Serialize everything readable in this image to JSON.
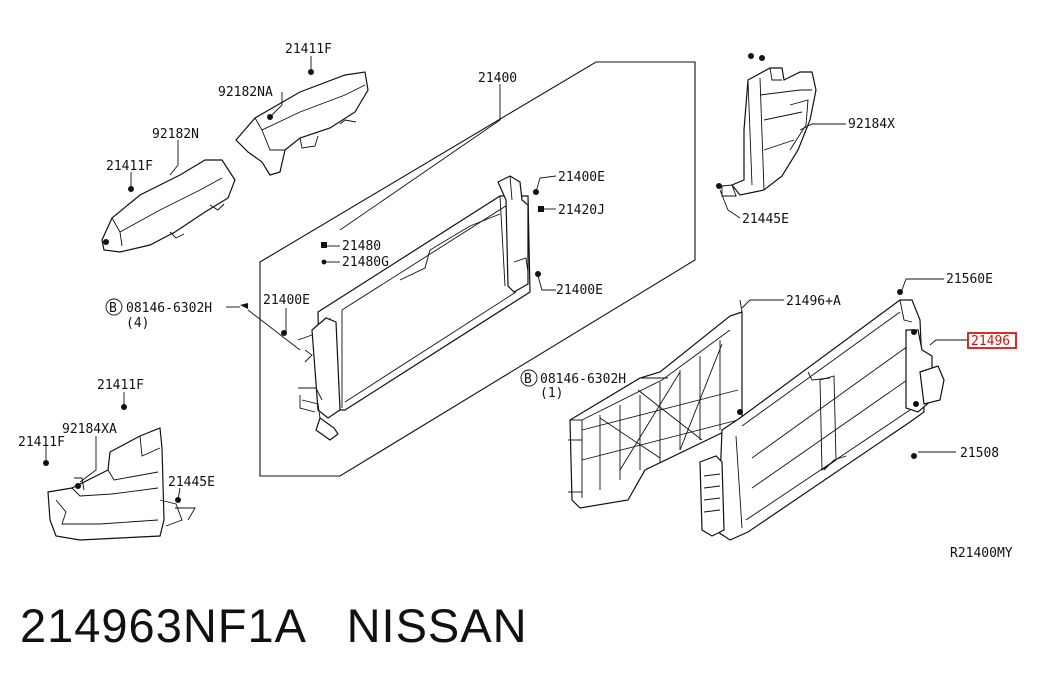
{
  "labels": {
    "l21411f_top": "21411F",
    "l92182na": "92182NA",
    "l92182n": "92182N",
    "l21411f_mid": "21411F",
    "l21400": "21400",
    "l21400e_top": "21400E",
    "l21420j": "21420J",
    "l21480": "21480",
    "l21480g": "21480G",
    "l21400e_right": "21400E",
    "l21400e_left": "21400E",
    "l08146_left": "08146-6302H",
    "l08146_left_qty": "(4)",
    "l92184x": "92184X",
    "l21445e_top": "21445E",
    "l21560e": "21560E",
    "l21496a": "21496+A",
    "l21496": "21496",
    "l08146_mid": "08146-6302H",
    "l08146_mid_qty": "(1)",
    "l21508": "21508",
    "l21411f_bl_top": "21411F",
    "l92184xa": "92184XA",
    "l21411f_bl_left": "21411F",
    "l21445e_bl": "21445E",
    "ref": "R21400MY",
    "bolt_mark_left": "B",
    "bolt_mark_mid": "B"
  },
  "caption": {
    "part_number": "214963NF1A",
    "brand": "NISSAN"
  },
  "colors": {
    "line": "#111111",
    "highlight": "#e01010",
    "background": "#ffffff"
  }
}
